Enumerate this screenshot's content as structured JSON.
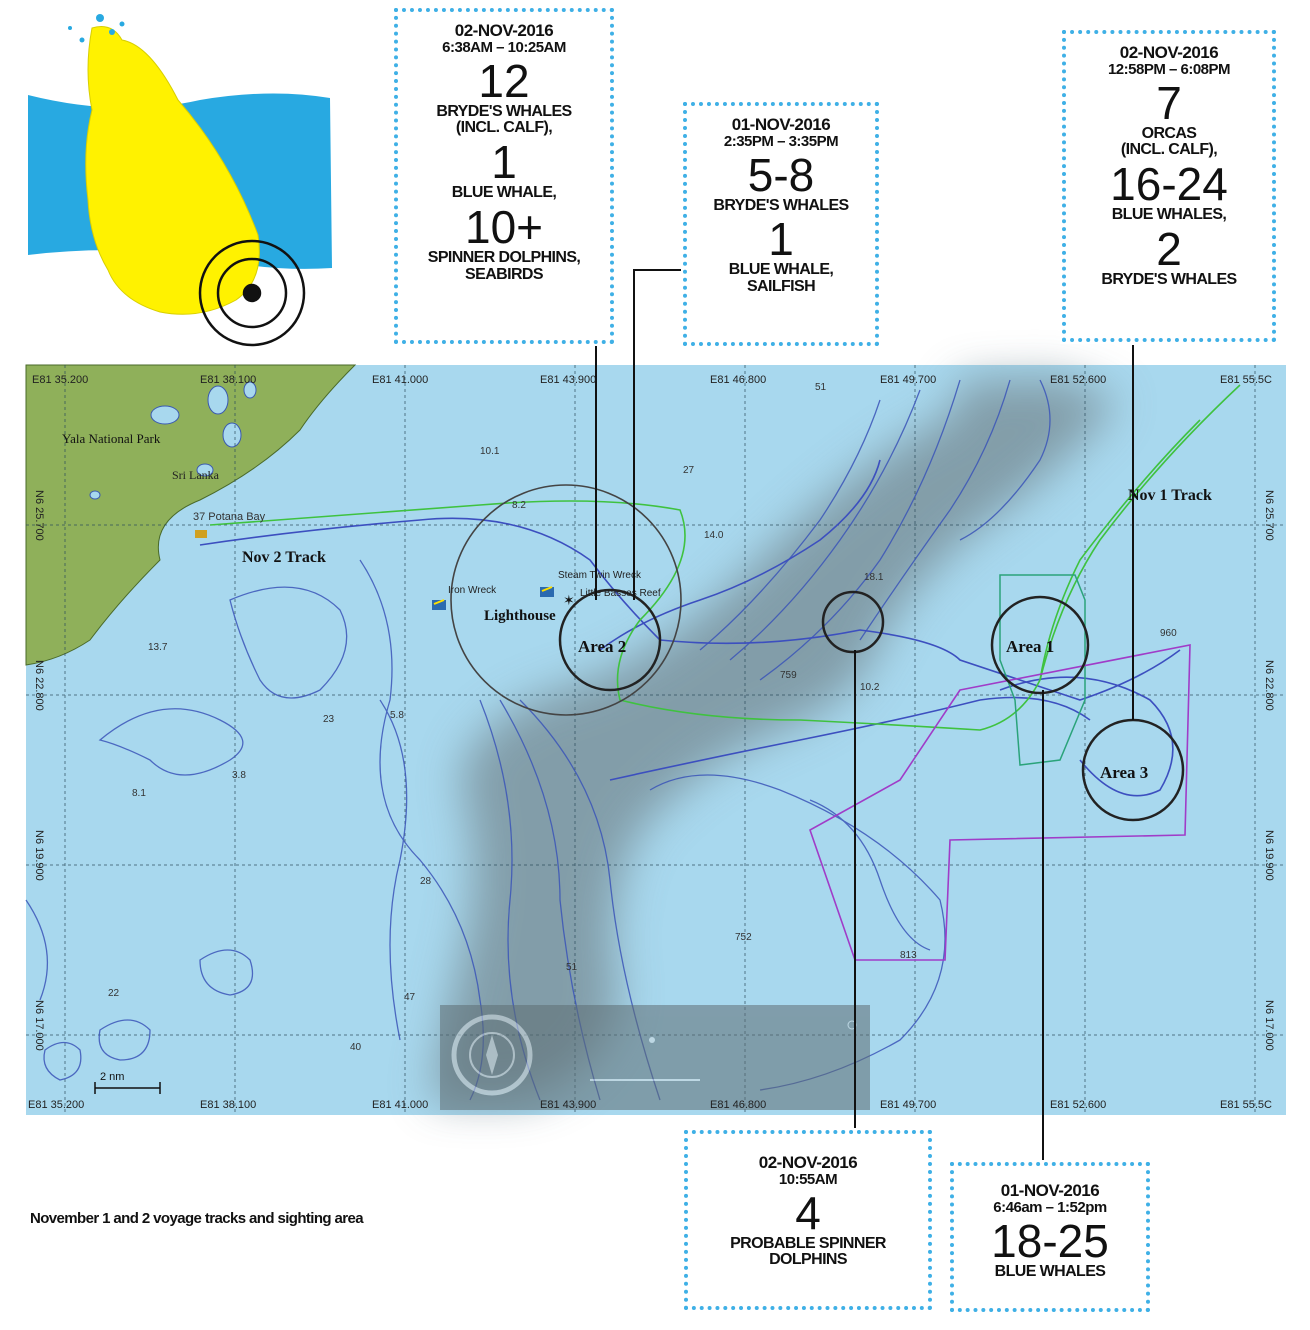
{
  "colors": {
    "sea": "#a8d8ee",
    "land": "#8fb05a",
    "island_yellow": "#fff200",
    "inset_sea": "#28a9e1",
    "deep_shade": "#7d8e96",
    "grid": "#2a4a5a",
    "track_blue": "#3c4fbf",
    "track_green": "#3fc23f",
    "area_purple": "#a03cc8",
    "callout_border": "#3fb0e6"
  },
  "inset": {
    "description_icon": "target-marker-icon"
  },
  "map": {
    "top_coords": [
      "E81 35.200",
      "E81 38.100",
      "E81 41.000",
      "E81 43.900",
      "E81 46.800",
      "E81 49.700",
      "E81 52.600",
      "E81 55.5C"
    ],
    "bottom_coords": [
      "E81 35.200",
      "E81 38.100",
      "E81 41.000",
      "E81 43.900",
      "E81 46.800",
      "E81 49.700",
      "E81 52.600",
      "E81 55.5C"
    ],
    "left_coords": [
      "N6 25.700",
      "N6 22.800",
      "N6 19.900",
      "N6 17.000"
    ],
    "right_coords": [
      "N6 25.700",
      "N6 22.800",
      "N6 19.900",
      "N6 17.000"
    ],
    "place_yala": "Yala National Park",
    "place_srilanka": "Sri Lanka",
    "place_potana": "37 Potana Bay",
    "nov2_track": "Nov 2 Track",
    "nov1_track": "Nov 1 Track",
    "lighthouse": "Lighthouse",
    "iron_wreck": "Iron Wreck",
    "steam_wreck": "Steam Twin Wreck",
    "basses_reef": "Little Basses Reef",
    "area1": "Area 1",
    "area2": "Area 2",
    "area3": "Area 3",
    "scale": "2 nm",
    "depths": [
      "10.1",
      "8.2",
      "27",
      "14.0",
      "51",
      "13.7",
      "23",
      "5.8",
      "3.8",
      "8.1",
      "28",
      "22",
      "40",
      "47",
      "51",
      "752",
      "759",
      "18.1",
      "960",
      "813",
      "10.2"
    ]
  },
  "callouts": {
    "c1": {
      "date": "02-NOV-2016",
      "time": "6:38AM – 10:25AM",
      "n1": "12",
      "l1": "BRYDE'S WHALES",
      "l1b": "(INCL. CALF),",
      "n2": "1",
      "l2": "BLUE WHALE,",
      "n3": "10+",
      "l3": "SPINNER DOLPHINS,",
      "l3b": "SEABIRDS"
    },
    "c2": {
      "date": "01-NOV-2016",
      "time": "2:35PM – 3:35PM",
      "n1": "5-8",
      "l1": "BRYDE'S WHALES",
      "n2": "1",
      "l2": "BLUE WHALE,",
      "l2b": "SAILFISH"
    },
    "c3": {
      "date": "02-NOV-2016",
      "time": "12:58PM – 6:08PM",
      "n1": "7",
      "l1": "ORCAS",
      "l1b": "(INCL. CALF),",
      "n2": "16-24",
      "l2": "BLUE WHALES,",
      "n3": "2",
      "l3": "BRYDE'S WHALES"
    },
    "c4": {
      "date": "02-NOV-2016",
      "time": "10:55AM",
      "n1": "4",
      "l1": "PROBABLE SPINNER",
      "l1b": "DOLPHINS"
    },
    "c5": {
      "date": "01-NOV-2016",
      "time": "6:46am – 1:52pm",
      "n1": "18-25",
      "l1": "BLUE WHALES"
    }
  },
  "caption": "November 1 and 2 voyage tracks and sighting area"
}
